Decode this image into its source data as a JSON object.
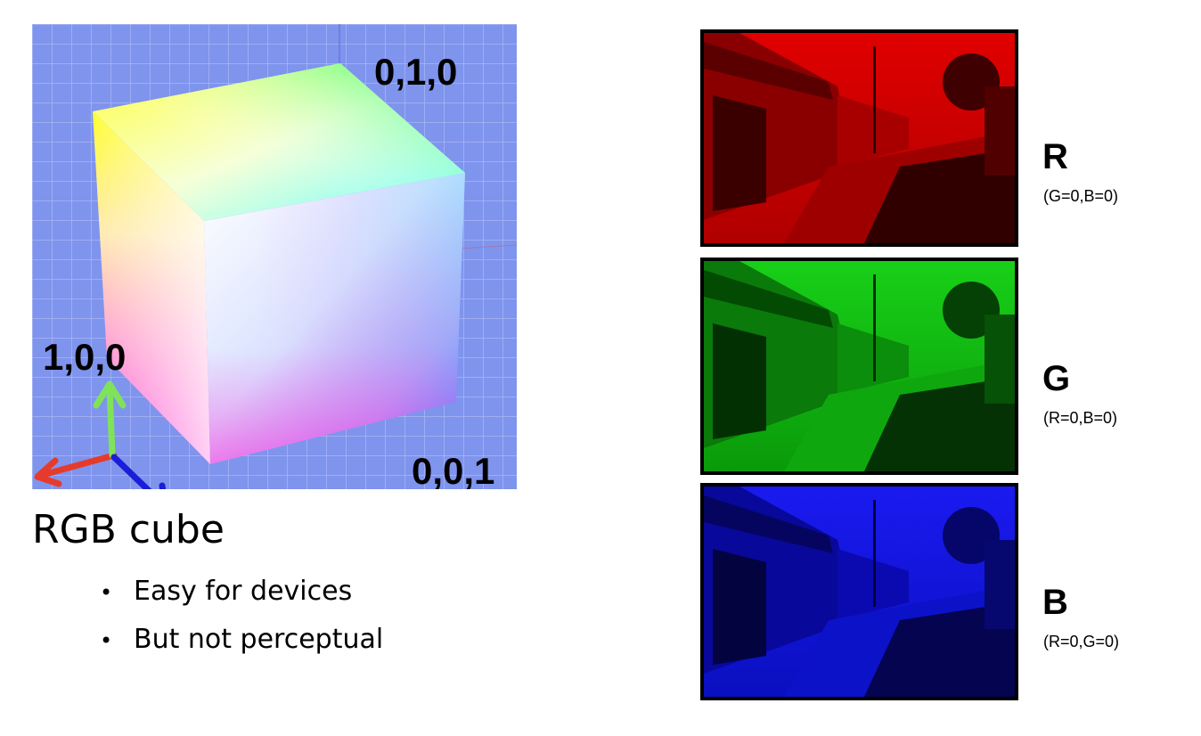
{
  "cube": {
    "label_top": "0,1,0",
    "label_left": "1,0,0",
    "label_bottom": "0,0,1",
    "grid_color": "#8A9DF0",
    "axis_colors": {
      "x": "#E53B2C",
      "y": "#7FE35A",
      "z": "#1A1ED8"
    }
  },
  "title": "RGB cube",
  "bullets": [
    "Easy for devices",
    "But not perceptual"
  ],
  "channels": [
    {
      "letter": "R",
      "subtitle": "(G=0,B=0)",
      "tint": "#D00000"
    },
    {
      "letter": "G",
      "subtitle": "(R=0,B=0)",
      "tint": "#00C000"
    },
    {
      "letter": "B",
      "subtitle": "(R=0,G=0)",
      "tint": "#0A14E0"
    }
  ]
}
